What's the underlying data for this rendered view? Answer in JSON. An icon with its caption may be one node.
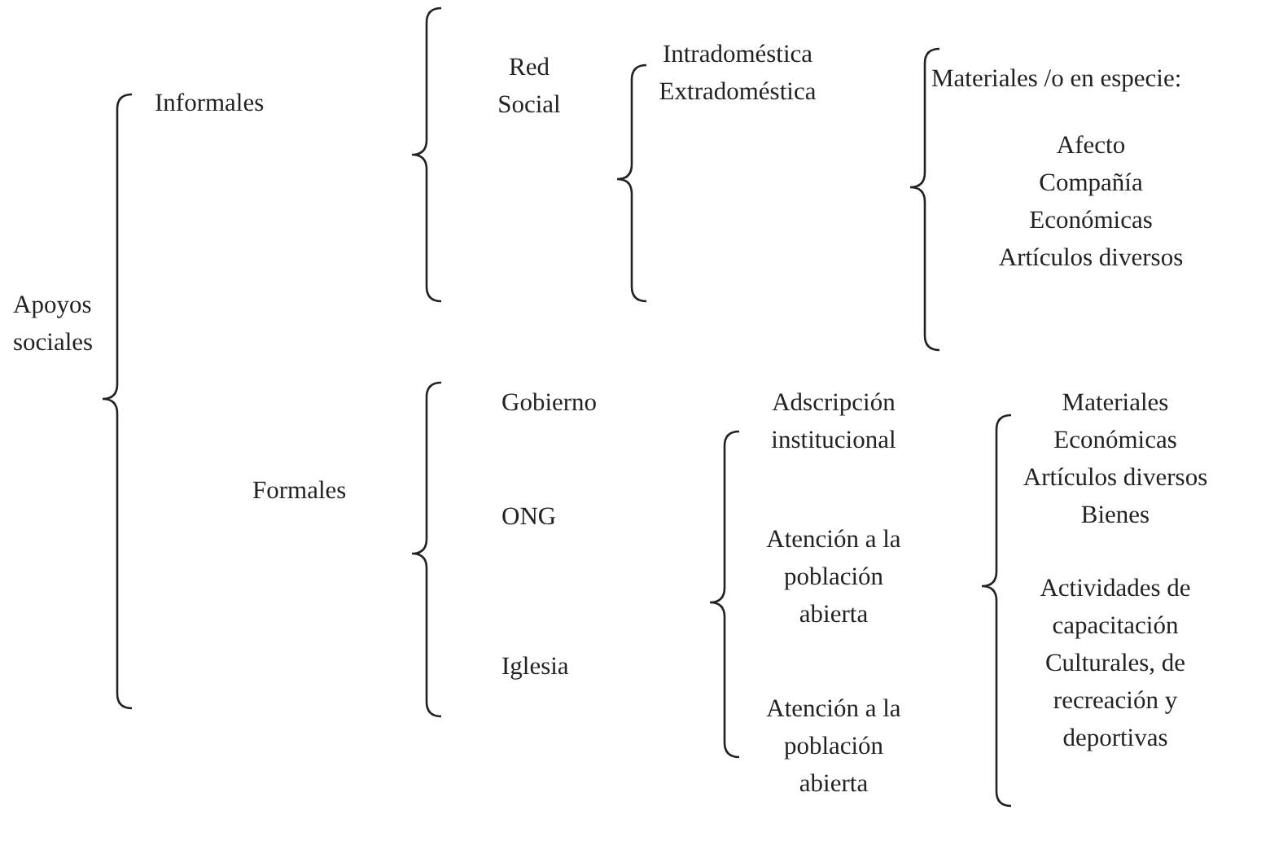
{
  "diagram": {
    "labels": [
      "Apoyos sociales",
      "Informales",
      "Red Social",
      "Intradoméstica",
      "Extradoméstica",
      "Materiales /o en especie:",
      "Afecto",
      "Compañía",
      "Económicas",
      "Artículos diversos",
      "Formales",
      "Gobierno",
      "ONG",
      "Iglesia",
      "Adscripción institucional",
      "Atención a la población abierta",
      "Atención a la población abierta",
      "Materiales",
      "Económicas",
      "Artículos diversos",
      "Bienes",
      "Actividades de capacitación",
      "Culturales, de recreación y deportivas"
    ]
  }
}
